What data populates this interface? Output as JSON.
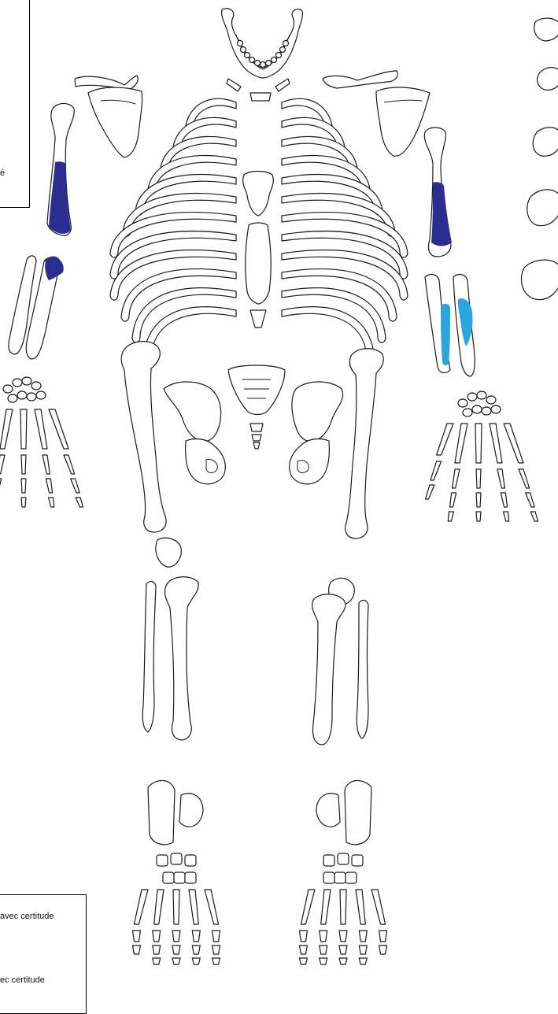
{
  "legend_top": {
    "fragment_text": "é"
  },
  "legend_bottom": {
    "line1": "avec certitude",
    "line2": "ec certitude"
  },
  "colors": {
    "outline": "#1a1a1a",
    "bone_fill": "#ffffff",
    "present_certain": "#2b2e8f",
    "present_uncertain": "#2aa6df"
  }
}
